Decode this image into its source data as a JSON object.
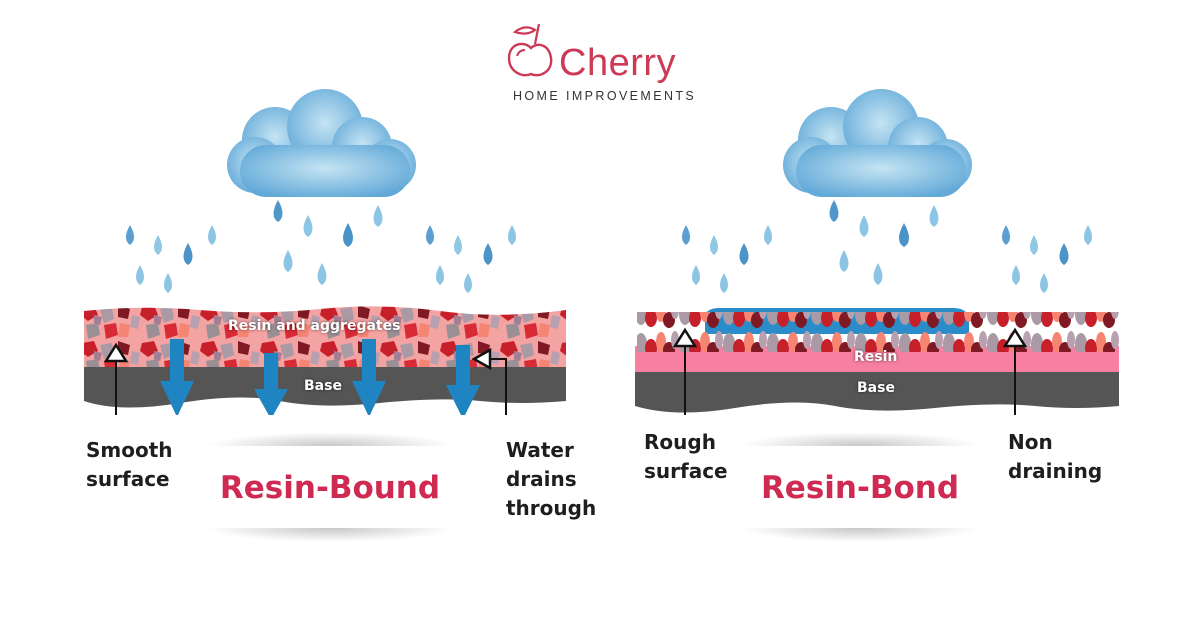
{
  "brand": {
    "name": "Cherry",
    "tagline": "HOME IMPROVEMENTS",
    "color": "#cc3a55"
  },
  "panels": [
    {
      "title": "Resin-Bound",
      "layers": {
        "top": "Resin and aggregates",
        "bottom": "Base"
      },
      "callouts": {
        "left": "Smooth\nsurface",
        "right": "Water\ndrains\nthrough"
      },
      "draining": true
    },
    {
      "title": "Resin-Bond",
      "layers": {
        "resin": "Resin",
        "bottom": "Base"
      },
      "callouts": {
        "left": "Rough\nsurface",
        "right": "Non\ndraining"
      },
      "draining": false
    }
  ],
  "colors": {
    "title": "#cf2a52",
    "base": "#555555",
    "resin_pink": "#f77fa0",
    "water_arrow": "#1f84c2",
    "water_pool": "#2a8cc8",
    "cloud": "#7fbfe3",
    "drop_light": "#8cc6e6",
    "drop_dark": "#4a97cc"
  }
}
